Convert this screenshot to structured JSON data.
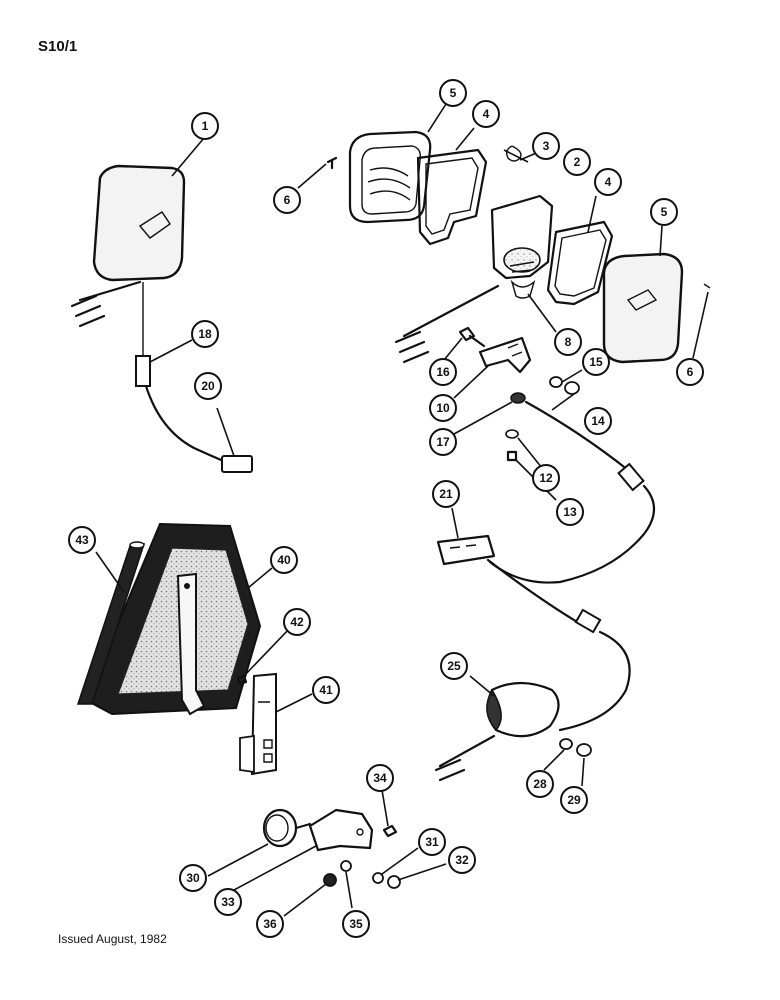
{
  "header": {
    "code": "S10/1"
  },
  "footer": {
    "issued": "Issued August, 1982"
  },
  "callouts": [
    "1",
    "2",
    "3",
    "4",
    "5",
    "6",
    "8",
    "10",
    "12",
    "13",
    "14",
    "15",
    "16",
    "17",
    "18",
    "20",
    "21",
    "25",
    "28",
    "29",
    "30",
    "31",
    "32",
    "33",
    "34",
    "35",
    "36",
    "40",
    "41",
    "42",
    "43"
  ],
  "colors": {
    "ink": "#111111",
    "paper": "#ffffff",
    "reflector_fill": "#d8d8d8"
  }
}
